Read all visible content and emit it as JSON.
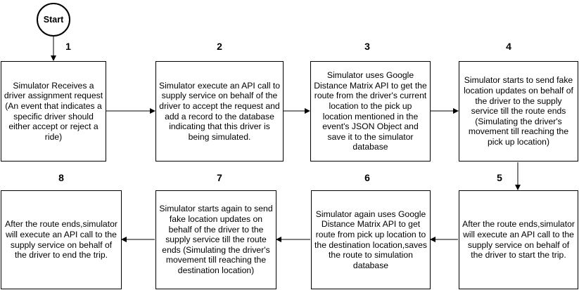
{
  "start_label": "Start",
  "steps": [
    {
      "number": "1",
      "text": "Simulator Receives a driver assignment request (An event that indicates a specific driver should either accept or reject a ride)"
    },
    {
      "number": "2",
      "text": "Simulator execute an API call to supply service on behalf of the driver to accept the request and add a record to the database indicating that this driver is being simulated."
    },
    {
      "number": "3",
      "text": "Simulator uses Google Distance Matrix API to get the route from the driver's current location to the pick up location mentioned in the event's JSON Object and save it to the simulator database"
    },
    {
      "number": "4",
      "text": "Simulator starts to send fake location updates on behalf of the driver to the supply service till the route ends (Simulating the driver's movement till reaching the pick up location)"
    },
    {
      "number": "5",
      "text": "After the route ends,simulator will execute an API call to the supply service on behalf of the driver to start the trip."
    },
    {
      "number": "6",
      "text": "Simulator again uses Google Distance Matrix API to get route from pick up location to the destination location,saves the route to simulation database"
    },
    {
      "number": "7",
      "text": "Simulator starts again to send fake location updates on behalf of the driver to the supply service till the route ends (Simulating the driver's movement till reaching the destination location)"
    },
    {
      "number": "8",
      "text": "After the route ends,simulator will execute an API call to the supply service on behalf of the driver to end the trip."
    }
  ]
}
